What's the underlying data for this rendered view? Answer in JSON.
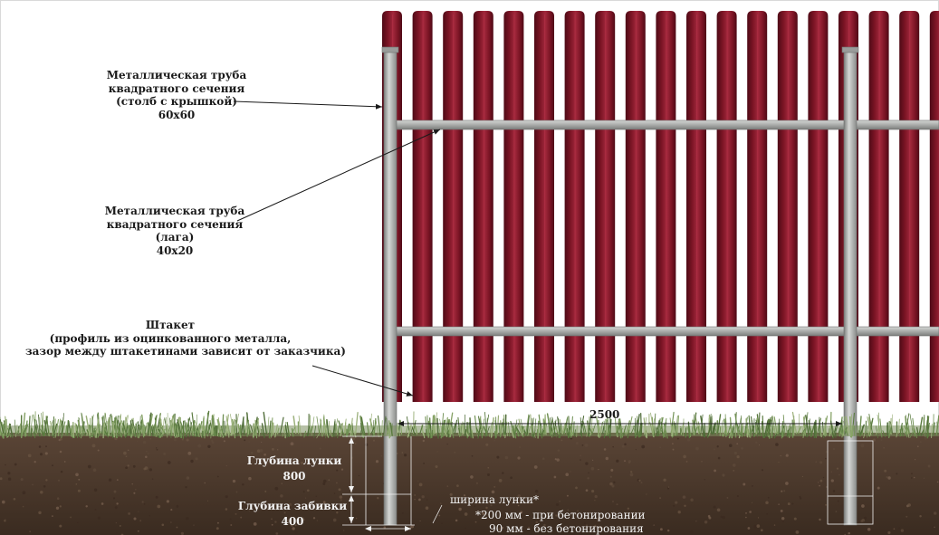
{
  "colors": {
    "picket": "#7a1424",
    "picket_light": "#a2283c",
    "picket_dark": "#4e0a16",
    "metal": "#a9aba9",
    "metal_light": "#d5d7d5",
    "metal_dark": "#7c7e7c",
    "soil": "#4a382b",
    "grass": "#6f8f52",
    "text": "#1a1a1a"
  },
  "labels": {
    "post": {
      "line1": "Металлическая труба",
      "line2": "квадратного сечения",
      "line3": "(столб с крышкой)",
      "line4": "60х60"
    },
    "rail": {
      "line1": "Металлическая труба",
      "line2": "квадратного сечения",
      "line3": "(лага)",
      "line4": "40х20"
    },
    "picket": {
      "line1": "Штакет",
      "line2": "(профиль из оцинкованного металла,",
      "line3": "зазор между штакетинами зависит от заказчика)"
    }
  },
  "dimensions": {
    "span": "2500",
    "hole_depth": {
      "label": "Глубина лунки",
      "value": "800"
    },
    "drive_depth": {
      "label": "Глубина забивки",
      "value": "400"
    }
  },
  "note": {
    "title": "ширина лунки*",
    "line1": "*200 мм - при бетонировании",
    "line2": "90 мм - без бетонирования"
  }
}
